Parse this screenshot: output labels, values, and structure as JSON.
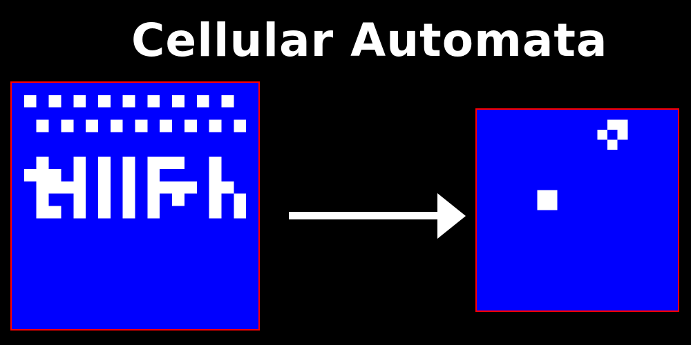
{
  "title": "Cellular Automata",
  "colors": {
    "background": "#000000",
    "board": "#0000ff",
    "cell_alive": "#ffffff",
    "border": "#ff0000",
    "arrow": "#ffffff",
    "title": "#ffffff"
  },
  "boards": {
    "before": {
      "cols": 20,
      "rows": 20,
      "alive": [
        [
          1,
          1
        ],
        [
          3,
          1
        ],
        [
          5,
          1
        ],
        [
          7,
          1
        ],
        [
          9,
          1
        ],
        [
          11,
          1
        ],
        [
          13,
          1
        ],
        [
          15,
          1
        ],
        [
          17,
          1
        ],
        [
          2,
          3
        ],
        [
          4,
          3
        ],
        [
          6,
          3
        ],
        [
          8,
          3
        ],
        [
          10,
          3
        ],
        [
          12,
          3
        ],
        [
          14,
          3
        ],
        [
          16,
          3
        ],
        [
          18,
          3
        ],
        [
          2,
          6
        ],
        [
          5,
          6
        ],
        [
          7,
          6
        ],
        [
          9,
          6
        ],
        [
          11,
          6
        ],
        [
          12,
          6
        ],
        [
          13,
          6
        ],
        [
          16,
          6
        ],
        [
          1,
          7
        ],
        [
          2,
          7
        ],
        [
          3,
          7
        ],
        [
          5,
          7
        ],
        [
          7,
          7
        ],
        [
          9,
          7
        ],
        [
          11,
          7
        ],
        [
          16,
          7
        ],
        [
          2,
          8
        ],
        [
          3,
          8
        ],
        [
          4,
          8
        ],
        [
          5,
          8
        ],
        [
          7,
          8
        ],
        [
          9,
          8
        ],
        [
          11,
          8
        ],
        [
          12,
          8
        ],
        [
          13,
          8
        ],
        [
          14,
          8
        ],
        [
          16,
          8
        ],
        [
          17,
          8
        ],
        [
          2,
          9
        ],
        [
          5,
          9
        ],
        [
          7,
          9
        ],
        [
          9,
          9
        ],
        [
          11,
          9
        ],
        [
          13,
          9
        ],
        [
          16,
          9
        ],
        [
          18,
          9
        ],
        [
          2,
          10
        ],
        [
          3,
          10
        ],
        [
          5,
          10
        ],
        [
          7,
          10
        ],
        [
          9,
          10
        ],
        [
          11,
          10
        ],
        [
          16,
          10
        ],
        [
          18,
          10
        ]
      ]
    },
    "after": {
      "cols": 20,
      "rows": 20,
      "alive": [
        [
          13,
          1
        ],
        [
          14,
          1
        ],
        [
          12,
          2
        ],
        [
          14,
          2
        ],
        [
          13,
          3
        ],
        [
          6,
          8
        ],
        [
          7,
          8
        ],
        [
          6,
          9
        ],
        [
          7,
          9
        ]
      ]
    }
  }
}
